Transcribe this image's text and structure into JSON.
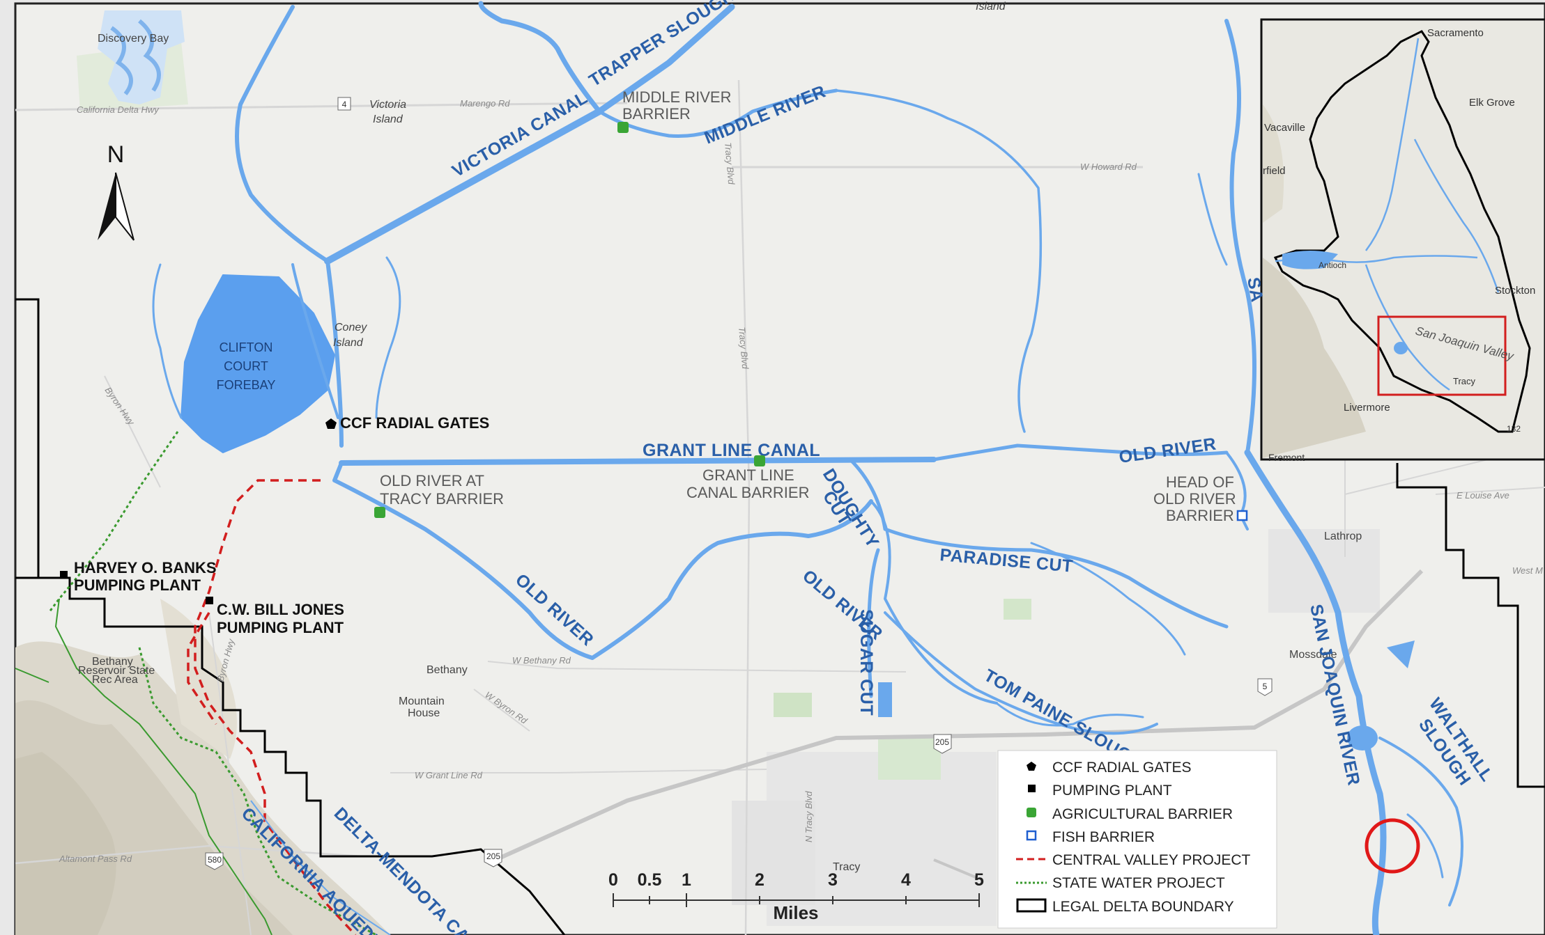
{
  "north_label": "N",
  "water_labels": {
    "trapper_slough": "TRAPPER SLOUGH",
    "victoria_canal": "VICTORIA CANAL",
    "middle_river": "MIDDLE RIVER",
    "grant_line_canal": "GRANT LINE CANAL",
    "old_river_mid": "OLD RIVER",
    "old_river_east": "OLD RIVER",
    "old_river_south": "OLD RIVER",
    "doughty_cut_1": "DOUGHTY",
    "doughty_cut_2": "CUT",
    "paradise_cut": "PARADISE CUT",
    "sugar_cut": "SUGAR CUT",
    "tom_paine_slough": "TOM PAINE SLOUGH",
    "san_joaquin_river": "SAN JOAQUIN RIVER",
    "walthall_slough_1": "WALTHALL",
    "walthall_slough_2": "SLOUGH",
    "delta_mendota_canal": "DELTA-MENDOTA CANAL",
    "california_aqueduct": "CALIFORNIA AQUEDUCT",
    "forebay_1": "CLIFTON",
    "forebay_2": "COURT",
    "forebay_3": "FOREBAY"
  },
  "barrier_labels": {
    "middle_river_1": "MIDDLE RIVER",
    "middle_river_2": "BARRIER",
    "old_river_tracy_1": "OLD RIVER AT",
    "old_river_tracy_2": "TRACY BARRIER",
    "grant_line_1": "GRANT LINE",
    "grant_line_2": "CANAL BARRIER",
    "head_old_river_1": "HEAD OF",
    "head_old_river_2": "OLD RIVER",
    "head_old_river_3": "BARRIER"
  },
  "facility_labels": {
    "ccf_gates": "CCF RADIAL GATES",
    "banks_1": "HARVEY O. BANKS",
    "banks_2": "PUMPING PLANT",
    "jones_1": "C.W. BILL JONES",
    "jones_2": "PUMPING PLANT"
  },
  "place_labels": {
    "discovery_bay": "Discovery Bay",
    "victoria_island_1": "Victoria",
    "victoria_island_2": "Island",
    "coney_island_1": "Coney",
    "coney_island_2": "Island",
    "bethany": "Bethany",
    "mountain_house_1": "Mountain",
    "mountain_house_2": "House",
    "tracy": "Tracy",
    "lathrop": "Lathrop",
    "mossdale": "Mossdale",
    "bethany_res_1": "Bethany",
    "bethany_res_2": "Reservoir State",
    "bethany_res_3": "Rec Area",
    "isleton": "Island"
  },
  "road_labels": {
    "ca_delta_hwy": "California Delta Hwy",
    "marengo": "Marengo Rd",
    "w_howard": "W Howard Rd",
    "byron_hwy": "Byron Hwy",
    "tracy_blvd_1": "Tracy Blvd",
    "tracy_blvd_2": "Tracy Blvd",
    "w_bethany": "W Bethany Rd",
    "w_byron": "W Byron Rd",
    "w_grant_line": "W Grant Line Rd",
    "n_tracy_blvd": "N Tracy Blvd",
    "altamont_pass": "Altamont Pass Rd",
    "route_4": "4",
    "i_205": "205",
    "i_5": "5",
    "i_580": "580",
    "i_205b": "205",
    "byron_rd": "Byron Hwy",
    "louise_ave": "E Louise Ave",
    "west_main": "West M"
  },
  "scale_bar": {
    "ticks": [
      "0",
      "0.5",
      "1",
      "2",
      "3",
      "4",
      "5"
    ],
    "unit": "Miles"
  },
  "legend": {
    "items": [
      {
        "label": "CCF RADIAL GATES",
        "symbol": "pentagon",
        "color": "#000000"
      },
      {
        "label": "PUMPING PLANT",
        "symbol": "square",
        "color": "#000000"
      },
      {
        "label": "AGRICULTURAL BARRIER",
        "symbol": "square",
        "color": "#3aa535"
      },
      {
        "label": "FISH BARRIER",
        "symbol": "open-square",
        "color": "#1f5fd0"
      },
      {
        "label": "CENTRAL VALLEY PROJECT",
        "symbol": "dashed-line",
        "color": "#d21e1e"
      },
      {
        "label": "STATE WATER PROJECT",
        "symbol": "dotted-line",
        "color": "#3a9a2f"
      },
      {
        "label": "LEGAL DELTA BOUNDARY",
        "symbol": "open-rect",
        "color": "#000000"
      }
    ]
  },
  "inset": {
    "labels": {
      "sacramento": "Sacramento",
      "elk_grove": "Elk Grove",
      "vacaville": "Vacaville",
      "fairfield": "rfield",
      "antioch": "Antioch",
      "stockton": "Stockton",
      "san_joaquin_valley": "San Joaquin Valley",
      "tracy": "Tracy",
      "livermore": "Livermore",
      "fremont": "Fremont",
      "route_132": "132",
      "sa": "SA"
    }
  },
  "colors": {
    "water": "#6aa8ec",
    "water_label": "#2a5fa8",
    "land": "#efefec",
    "hills": "#d9d6cb",
    "cvp": "#d21e1e",
    "swp": "#3a9a2f",
    "boundary": "#000000",
    "ag_barrier": "#3aa535",
    "fish_barrier": "#1f5fd0",
    "highlight_circle": "#e01818"
  }
}
